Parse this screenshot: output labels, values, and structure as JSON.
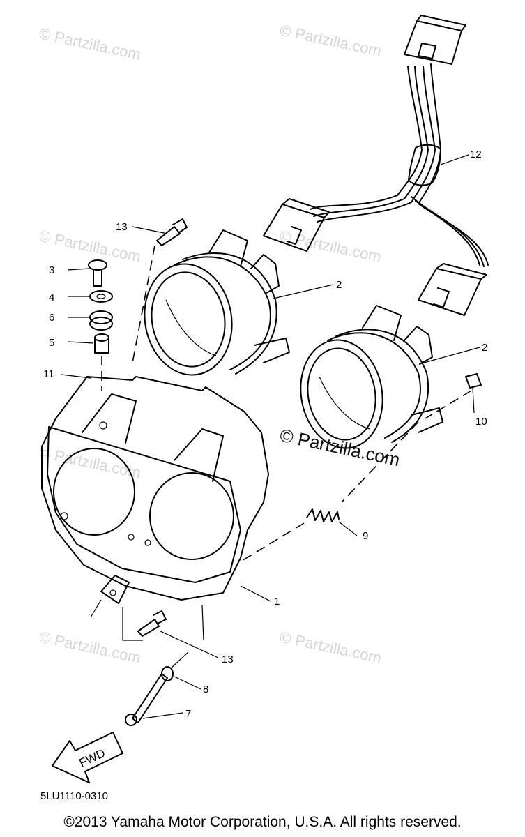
{
  "watermark": {
    "text": "© Partzilla.com",
    "main_text": "© Partzilla.com"
  },
  "callouts": {
    "c1": "1",
    "c2a": "2",
    "c2b": "2",
    "c3": "3",
    "c4": "4",
    "c5": "5",
    "c6": "6",
    "c7": "7",
    "c8": "8",
    "c9": "9",
    "c10": "10",
    "c11": "11",
    "c12": "12",
    "c13a": "13",
    "c13b": "13"
  },
  "fwd_label": "FWD",
  "diagram_code": "5LU1110-0310",
  "copyright": "©2013 Yamaha Motor Corporation, U.S.A. All rights reserved."
}
